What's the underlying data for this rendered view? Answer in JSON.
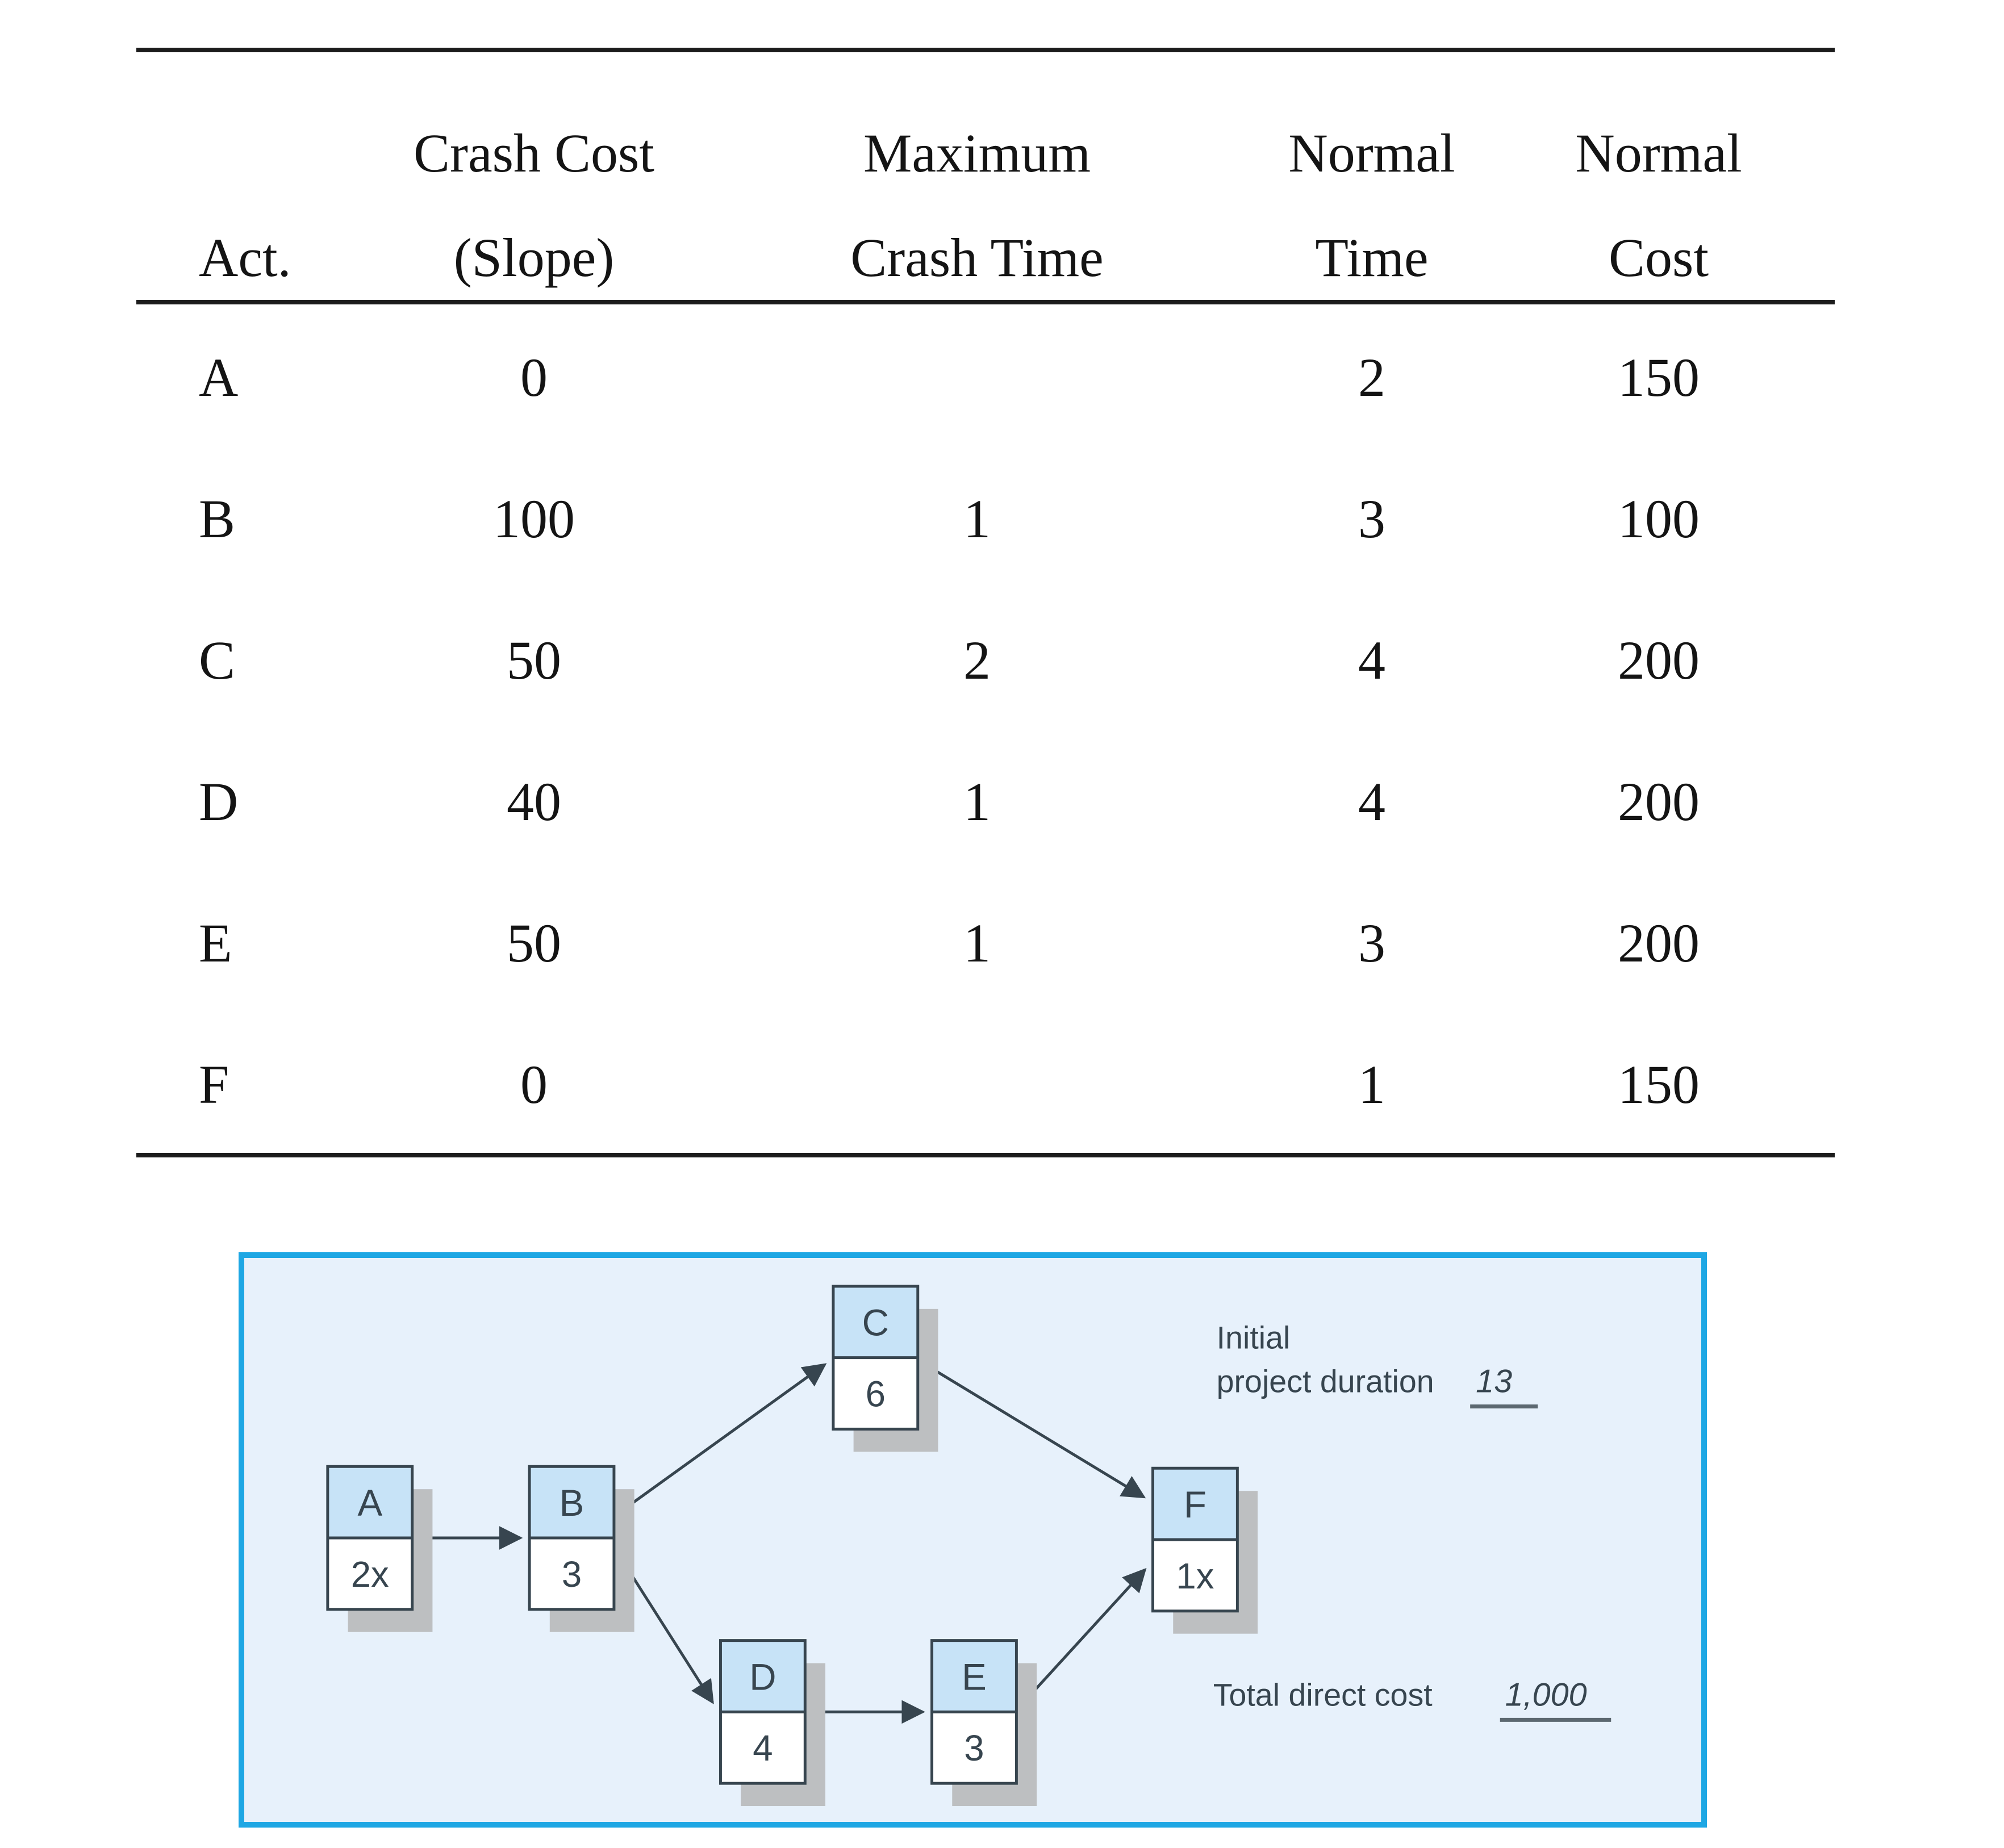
{
  "table": {
    "columns": [
      {
        "line1": "",
        "line2": "Act."
      },
      {
        "line1": "Crash Cost",
        "line2": "(Slope)"
      },
      {
        "line1": "Maximum",
        "line2": "Crash Time"
      },
      {
        "line1": "Normal",
        "line2": "Time"
      },
      {
        "line1": "Normal",
        "line2": "Cost"
      }
    ],
    "rows": [
      {
        "act": "A",
        "crash_cost_slope": "0",
        "max_crash_time": "",
        "normal_time": "2",
        "normal_cost": "150"
      },
      {
        "act": "B",
        "crash_cost_slope": "100",
        "max_crash_time": "1",
        "normal_time": "3",
        "normal_cost": "100"
      },
      {
        "act": "C",
        "crash_cost_slope": "50",
        "max_crash_time": "2",
        "normal_time": "4",
        "normal_cost": "200"
      },
      {
        "act": "D",
        "crash_cost_slope": "40",
        "max_crash_time": "1",
        "normal_time": "4",
        "normal_cost": "200"
      },
      {
        "act": "E",
        "crash_cost_slope": "50",
        "max_crash_time": "1",
        "normal_time": "3",
        "normal_cost": "200"
      },
      {
        "act": "F",
        "crash_cost_slope": "0",
        "max_crash_time": "",
        "normal_time": "1",
        "normal_cost": "150"
      }
    ]
  },
  "diagram": {
    "nodes": [
      {
        "id": "A",
        "duration": "2x"
      },
      {
        "id": "B",
        "duration": "3"
      },
      {
        "id": "C",
        "duration": "6"
      },
      {
        "id": "D",
        "duration": "4"
      },
      {
        "id": "E",
        "duration": "3"
      },
      {
        "id": "F",
        "duration": "1x"
      }
    ],
    "edges": [
      {
        "from": "A",
        "to": "B"
      },
      {
        "from": "B",
        "to": "C"
      },
      {
        "from": "B",
        "to": "D"
      },
      {
        "from": "C",
        "to": "F"
      },
      {
        "from": "D",
        "to": "E"
      },
      {
        "from": "E",
        "to": "F"
      }
    ],
    "annotations": {
      "duration_label_line1": "Initial",
      "duration_label_line2": "project duration",
      "duration_value": "13",
      "cost_label": "Total direct cost",
      "cost_value": "1,000"
    },
    "colors": {
      "panel_background": "#e7f1fb",
      "panel_border": "#1ea7e4",
      "node_fill": "#c7e3f7",
      "ink": "#37454f",
      "shadow": "#bdbfc1"
    }
  }
}
